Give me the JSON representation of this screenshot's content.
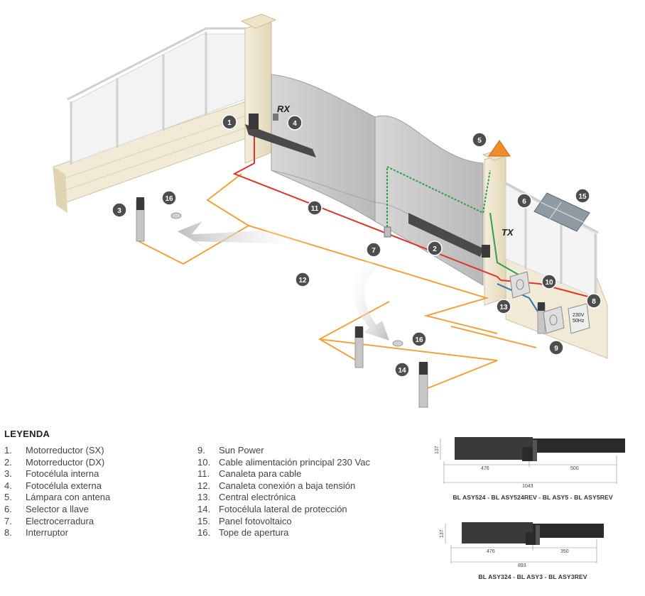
{
  "callouts": [
    "1",
    "2",
    "3",
    "4",
    "5",
    "6",
    "7",
    "8",
    "9",
    "10",
    "11",
    "12",
    "13",
    "14",
    "15",
    "16",
    "16"
  ],
  "markers": {
    "rx": "RX",
    "tx": "TX",
    "panel_voltage": "230V",
    "panel_freq": "50Hz"
  },
  "legend": {
    "title": "LEYENDA",
    "left": [
      {
        "n": "1.",
        "label": "Motorreductor (SX)"
      },
      {
        "n": "2.",
        "label": "Motorreductor (DX)"
      },
      {
        "n": "3.",
        "label": "Fotocélula interna"
      },
      {
        "n": "4.",
        "label": "Fotocélula externa"
      },
      {
        "n": "5.",
        "label": "Lámpara con antena"
      },
      {
        "n": "6.",
        "label": "Selector a llave"
      },
      {
        "n": "7.",
        "label": "Electrocerradura"
      },
      {
        "n": "8.",
        "label": "Interruptor"
      }
    ],
    "right": [
      {
        "n": "9.",
        "label": "Sun Power"
      },
      {
        "n": "10.",
        "label": "Cable alimentación principal 230 Vac"
      },
      {
        "n": "11.",
        "label": "Canaleta para cable"
      },
      {
        "n": "12.",
        "label": "Canaleta conexión a baja tensión"
      },
      {
        "n": "13.",
        "label": "Central electrónica"
      },
      {
        "n": "14.",
        "label": "Fotocélula lateral de protección"
      },
      {
        "n": "15.",
        "label": "Panel fotovoltaico"
      },
      {
        "n": "16.",
        "label": "Tope de apertura"
      }
    ]
  },
  "dimensions": {
    "model_a": {
      "height": "137",
      "d1": "476",
      "d2": "500",
      "total": "1043",
      "caption": "BL ASY524 - BL ASY524REV - BL ASY5 - BL ASY5REV"
    },
    "model_b": {
      "height": "137",
      "d1": "476",
      "d2": "350",
      "total": "893",
      "caption": "BL ASY324 - BL ASY3 - BL ASY3REV"
    }
  },
  "colors": {
    "orange": "#f0a33c",
    "red": "#d9372c",
    "green": "#2e9e4e",
    "blue": "#2f6fb5",
    "callout": "#4d4d4d",
    "brick": "#ede5cf",
    "gate": "#c9c9c9"
  }
}
